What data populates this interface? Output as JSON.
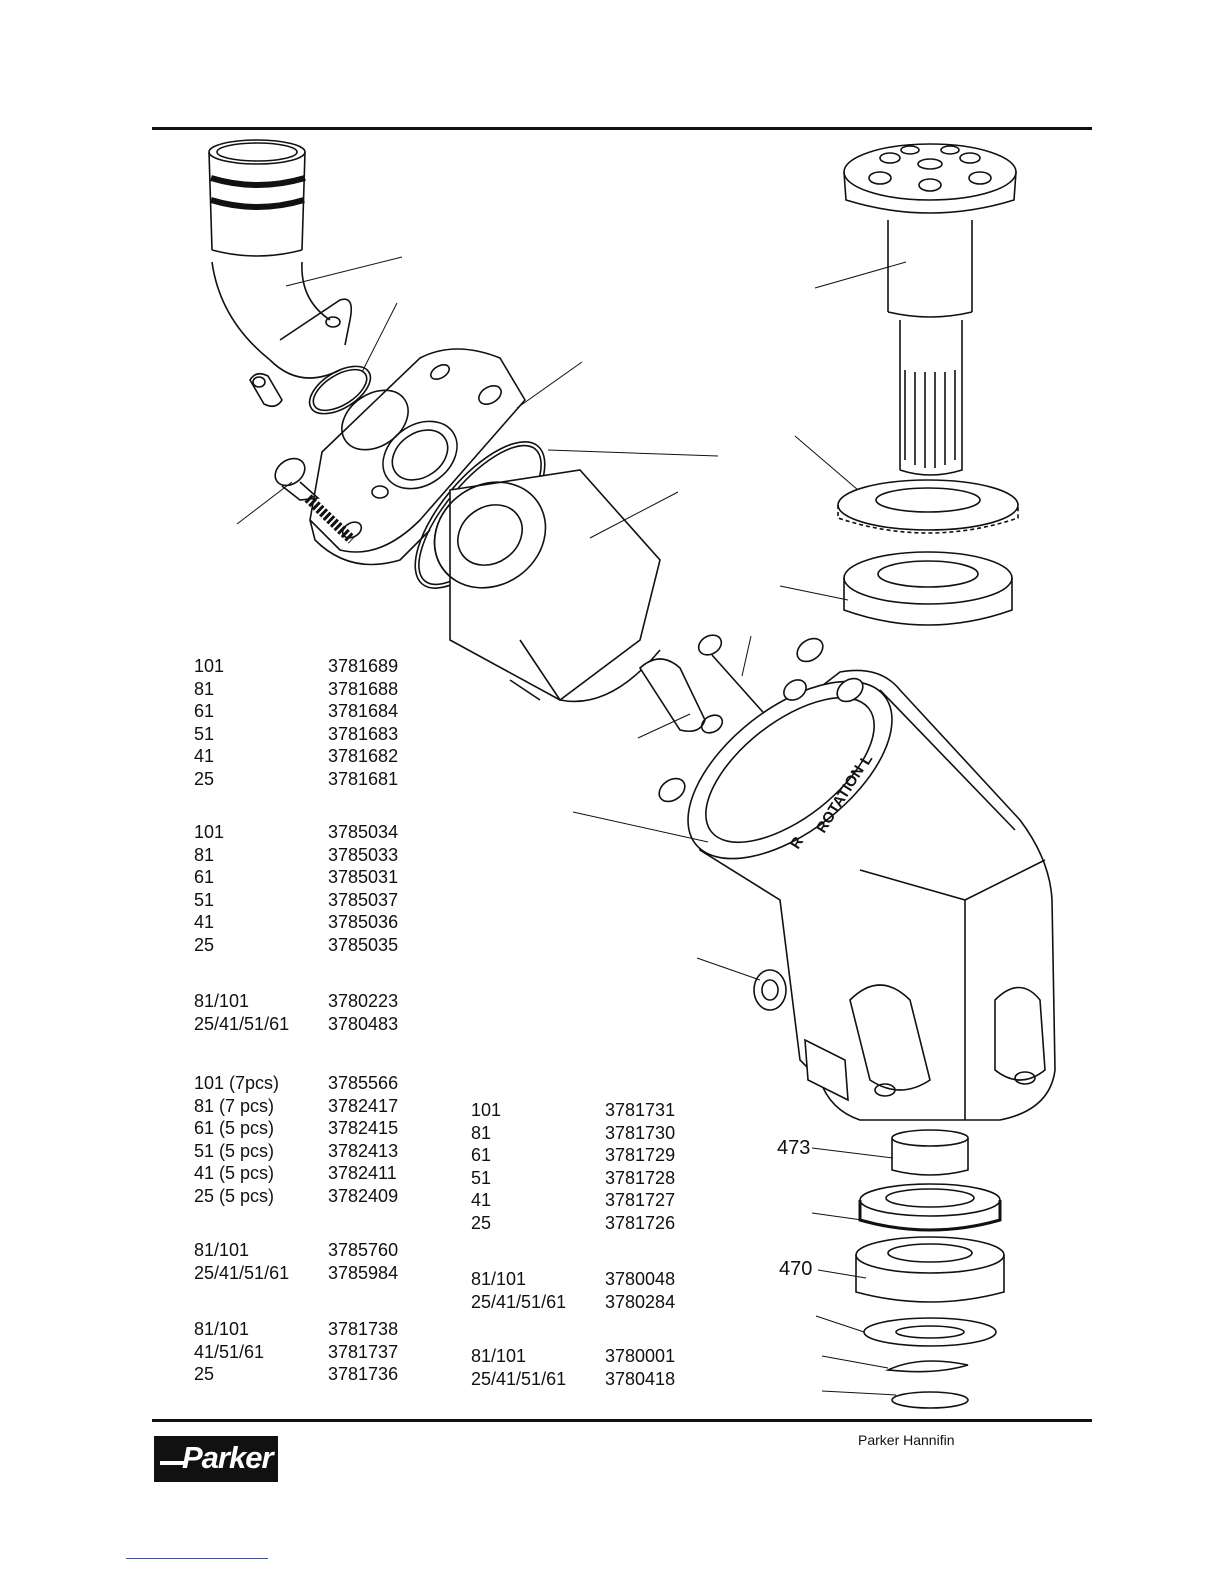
{
  "tables": [
    {
      "rows": [
        [
          "101",
          "3781689"
        ],
        [
          "81",
          "3781688"
        ],
        [
          "61",
          "3781684"
        ],
        [
          "51",
          "3781683"
        ],
        [
          "41",
          "3781682"
        ],
        [
          "25",
          "3781681"
        ]
      ]
    },
    {
      "rows": [
        [
          "101",
          "3785034"
        ],
        [
          "81",
          "3785033"
        ],
        [
          "61",
          "3785031"
        ],
        [
          "51",
          "3785037"
        ],
        [
          "41",
          "3785036"
        ],
        [
          "25",
          "3785035"
        ]
      ]
    },
    {
      "rows": [
        [
          "81/101",
          "3780223"
        ],
        [
          "25/41/51/61",
          "3780483"
        ]
      ]
    },
    {
      "rows": [
        [
          "101 (7pcs)",
          "3785566"
        ],
        [
          "81 (7 pcs)",
          "3782417"
        ],
        [
          "61 (5 pcs)",
          "3782415"
        ],
        [
          "51 (5 pcs)",
          "3782413"
        ],
        [
          "41 (5 pcs)",
          "3782411"
        ],
        [
          "25 (5 pcs)",
          "3782409"
        ]
      ]
    },
    {
      "rows": [
        [
          "81/101",
          "3785760"
        ],
        [
          "25/41/51/61",
          "3785984"
        ]
      ]
    },
    {
      "rows": [
        [
          "81/101",
          "3781738"
        ],
        [
          "41/51/61",
          "3781737"
        ],
        [
          "25",
          "3781736"
        ]
      ]
    },
    {
      "rows": [
        [
          "101",
          "3781731"
        ],
        [
          "81",
          "3781730"
        ],
        [
          "61",
          "3781729"
        ],
        [
          "51",
          "3781728"
        ],
        [
          "41",
          "3781727"
        ],
        [
          "25",
          "3781726"
        ]
      ]
    },
    {
      "rows": [
        [
          "81/101",
          "3780048"
        ],
        [
          "25/41/51/61",
          "3780284"
        ]
      ]
    },
    {
      "rows": [
        [
          "81/101",
          "3780001"
        ],
        [
          "25/41/51/61",
          "3780418"
        ]
      ]
    }
  ],
  "callouts": {
    "c473": "473",
    "c470": "470"
  },
  "housing_text": {
    "rotation": "ROTATION",
    "r": "R",
    "l": "L"
  },
  "footer": {
    "company": "Parker Hannifin",
    "logo_text": "Parker"
  }
}
